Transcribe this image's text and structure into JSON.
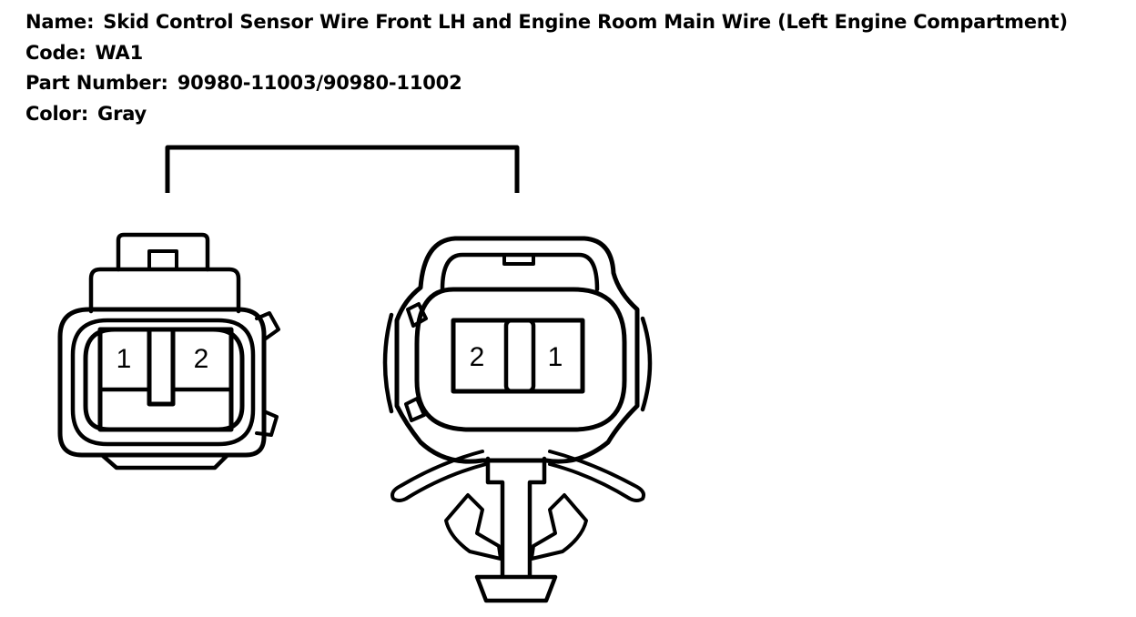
{
  "info": {
    "name_label": "Name:",
    "name_value": "Skid Control Sensor Wire Front LH and Engine Room Main Wire (Left Engine Compartment)",
    "code_label": "Code:",
    "code_value": "WA1",
    "part_label": "Part Number:",
    "part_value": "90980-11003/90980-11002",
    "color_label": "Color:",
    "color_value": "Gray"
  },
  "connector_left": {
    "pins": [
      "1",
      "2"
    ]
  },
  "connector_right": {
    "pins": [
      "2",
      "1"
    ]
  }
}
